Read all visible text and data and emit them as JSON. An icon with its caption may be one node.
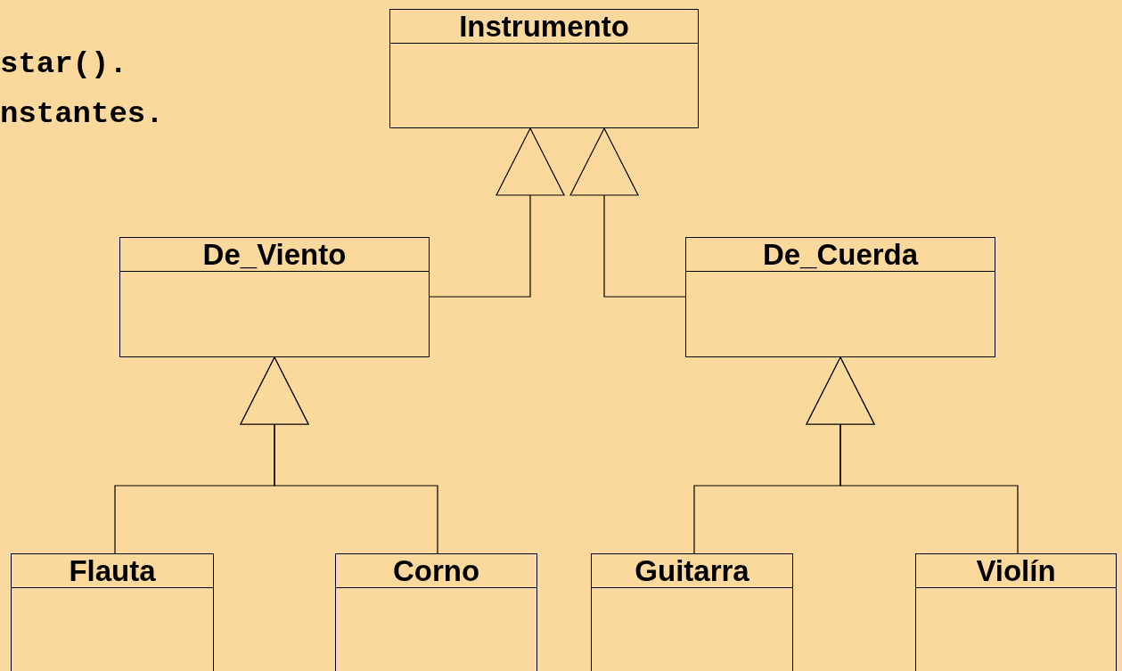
{
  "diagram": {
    "nodes": [
      {
        "text": [
          "Instrumento"
        ]
      },
      {
        "text": [
          "De_Viento"
        ]
      },
      {
        "text": [
          "De_Cuerda"
        ]
      },
      {
        "text": [
          "Flauta"
        ]
      },
      {
        "text": [
          "Corno"
        ]
      },
      {
        "text": [
          "Guitarra"
        ]
      },
      {
        "text": [
          "Violín"
        ]
      }
    ],
    "edges": [
      {
        "from": 1,
        "to": 0,
        "arrow": "to"
      },
      {
        "from": 2,
        "to": 0,
        "arrow": "to"
      },
      {
        "from": 3,
        "to": 1,
        "arrow": "to"
      },
      {
        "from": 4,
        "to": 1,
        "arrow": "to"
      },
      {
        "from": 5,
        "to": 2,
        "arrow": "to"
      },
      {
        "from": 6,
        "to": 2,
        "arrow": "to"
      }
    ],
    "labels": [
      "star().",
      "nstantes."
    ]
  }
}
